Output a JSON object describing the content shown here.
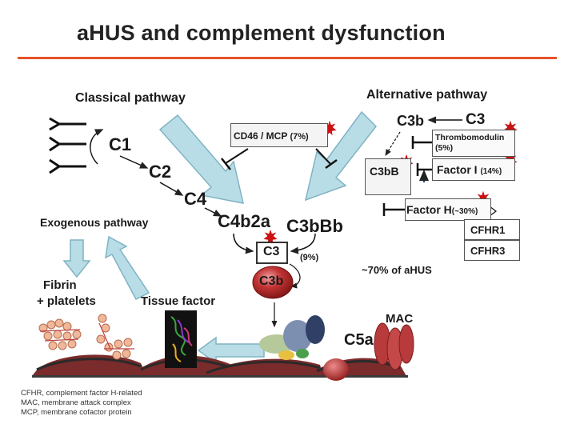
{
  "title": "aHUS and complement dysfunction",
  "labels": {
    "classical_pathway": "Classical pathway",
    "alternative_pathway": "Alternative pathway",
    "c1": "C1",
    "c2": "C2",
    "c4": "C4",
    "c4b2a": "C4b2a",
    "c3bbb": "C3bBb",
    "c3_box": "C3",
    "c3b_top": "C3b",
    "c3_top": "C3",
    "c3b_circle": "C3b",
    "c3bB": "C3bB",
    "cd46_mcp": "CD46 / MCP",
    "cd46_pct": "(7%)",
    "thrombomodulin": "Thrombomodulin",
    "thrombomodulin_pct": "(5%)",
    "factor_i": "Factor I",
    "factor_i_pct": "(14%)",
    "factor_h": "Factor H",
    "factor_h_pct": "(~30%)",
    "cfhr1": "CFHR1",
    "cfhr3": "CFHR3",
    "c3_pct": "(9%)",
    "ahus_70": "~70% of aHUS",
    "exogenous_pathway": "Exogenous pathway",
    "fibrin": "Fibrin",
    "platelets": "+ platelets",
    "tissue_factor": "Tissue factor",
    "c5a": "C5a",
    "mac": "MAC"
  },
  "footnotes": [
    "CFHR, complement factor H-related",
    "MAC, membrane attack complex",
    "MCP, membrane cofactor protein"
  ],
  "colors": {
    "accent": "#e8542a",
    "arrow_fill": "#b9dde6",
    "arrow_stroke": "#7fb3c4",
    "mutation": "#cc1111",
    "cell": "#6b1e1e",
    "c3b_circle": "#a12222"
  }
}
